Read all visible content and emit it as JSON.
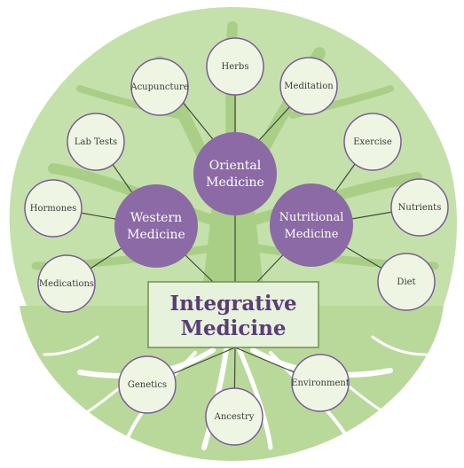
{
  "diagram": {
    "colors": {
      "tree": "#b9d99a",
      "tree_dark": "#a9cf86",
      "bubble_fill": "#eef6e3",
      "bubble_stroke": "#7a5b96",
      "hub_fill": "#8b6aa5",
      "title_box": "#e7f2dc",
      "connector": "#3f4a3a"
    },
    "center": {
      "line1": "Integrative",
      "line2": "Medicine"
    },
    "hubs": {
      "oriental": {
        "line1": "Oriental",
        "line2": "Medicine"
      },
      "western": {
        "line1": "Western",
        "line2": "Medicine"
      },
      "nutritional": {
        "line1": "Nutritional",
        "line2": "Medicine"
      }
    },
    "leaves": {
      "acupuncture": "Acupuncture",
      "herbs": "Herbs",
      "meditation": "Meditation",
      "lab_tests": "Lab Tests",
      "exercise": "Exercise",
      "hormones": "Hormones",
      "nutrients": "Nutrients",
      "medications": "Medications",
      "diet": "Diet",
      "genetics": "Genetics",
      "environment": "Environment",
      "ancestry": "Ancestry"
    }
  }
}
